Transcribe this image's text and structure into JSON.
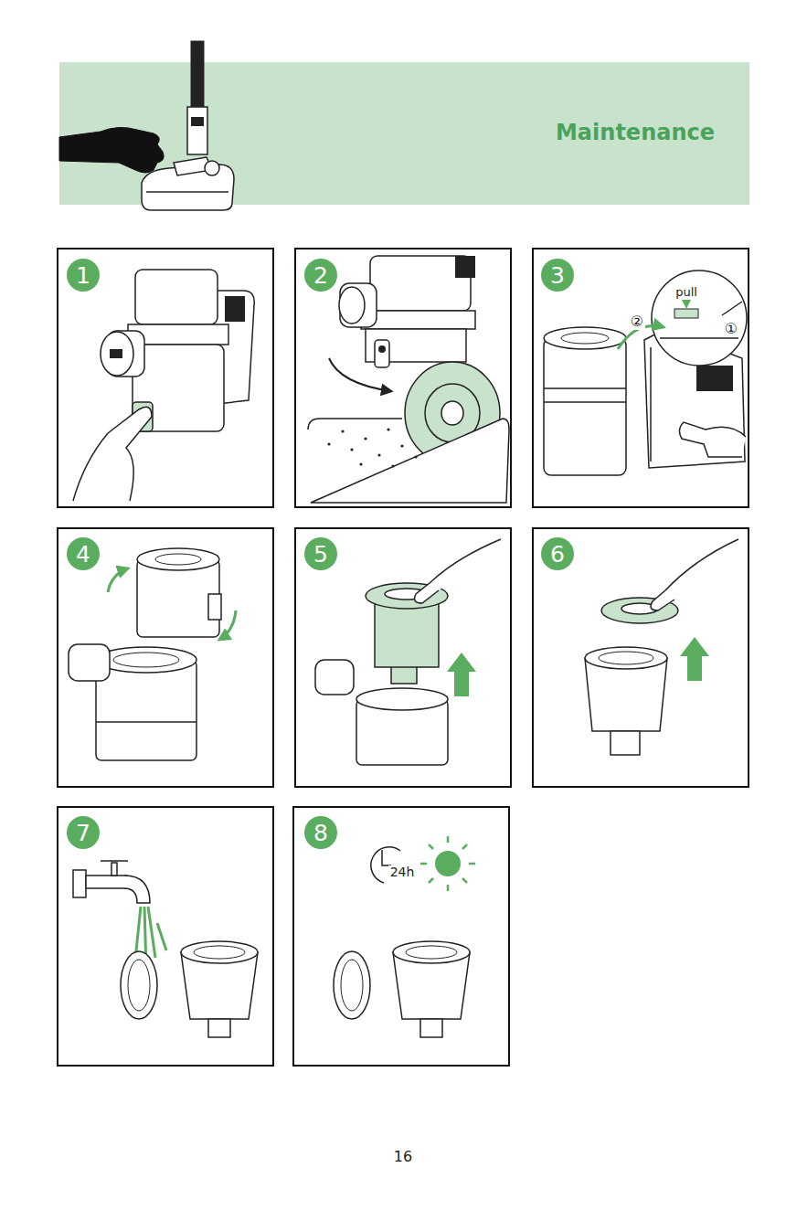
{
  "diagram": {
    "nodes": [
      {
        "text": [
          "Maintenance"
        ]
      },
      {
        "text": [
          "1"
        ]
      },
      {
        "text": [
          "2"
        ]
      },
      {
        "text": [
          "3"
        ]
      },
      {
        "text": [
          "4"
        ]
      },
      {
        "text": [
          "5"
        ]
      },
      {
        "text": [
          "6"
        ]
      },
      {
        "text": [
          "7"
        ]
      },
      {
        "text": [
          "8"
        ]
      }
    ],
    "labels": [
      "pull",
      "②",
      "①",
      "24h",
      "16"
    ]
  }
}
